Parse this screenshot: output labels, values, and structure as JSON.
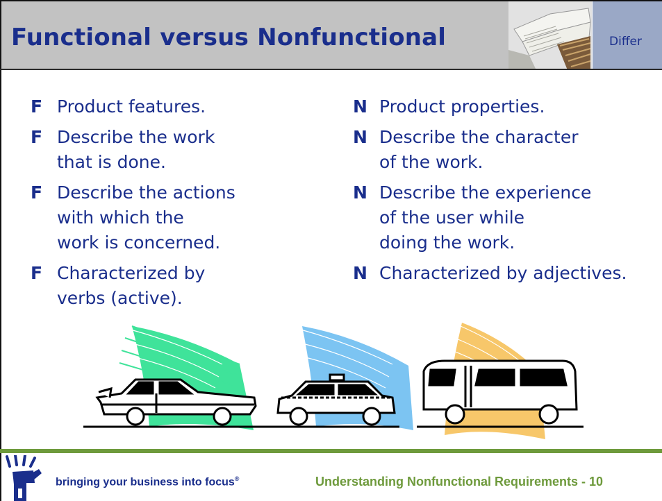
{
  "header": {
    "title": "Functional versus Nonfunctional",
    "tag": "Differ"
  },
  "functional": {
    "bullet": "F",
    "items": [
      {
        "lines": [
          "Product features."
        ]
      },
      {
        "lines": [
          "Describe the work",
          "that is done."
        ]
      },
      {
        "lines": [
          "Describe the actions",
          "with which the",
          "work is concerned."
        ]
      },
      {
        "lines": [
          "Characterized by",
          "verbs (active)."
        ]
      }
    ]
  },
  "nonfunctional": {
    "bullet": "N",
    "items": [
      {
        "lines": [
          "Product properties."
        ]
      },
      {
        "lines": [
          "Describe the character",
          "of the work."
        ]
      },
      {
        "lines": [
          "Describe the experience",
          "of the user while",
          "doing the work."
        ]
      },
      {
        "lines": [
          "Characterized by adjectives."
        ]
      }
    ]
  },
  "illustration": {
    "vehicles": [
      "limousine-icon",
      "taxi-icon",
      "bus-icon"
    ],
    "wave_colors": [
      "#3fe39a",
      "#7cc4f2",
      "#f7c76a"
    ]
  },
  "footer": {
    "tagline": "bringing your business into focus",
    "registered_mark": "®",
    "page_label": "Understanding Nonfunctional Requirements  -  10"
  },
  "colors": {
    "text": "#1a2e8c",
    "header_bg": "#c2c2c2",
    "tag_bg": "#9aa8c6",
    "accent_green": "#6e9a3c"
  }
}
